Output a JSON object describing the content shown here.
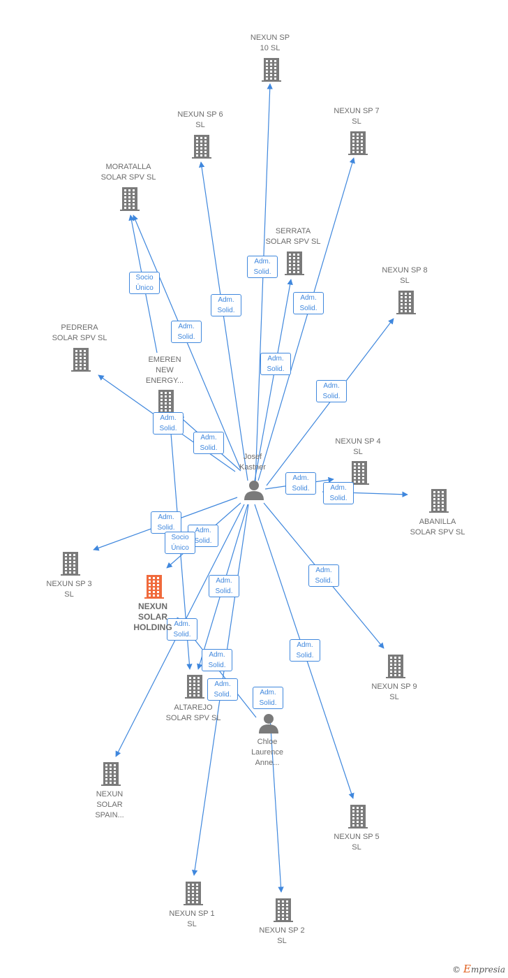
{
  "diagram": {
    "colors": {
      "edge": "#3f87dd",
      "company": "#7a7a7a",
      "focus_company": "#f06a3c",
      "person": "#7a7a7a",
      "label_text": "#6b6b6b"
    },
    "nodes": [
      {
        "id": "sp10",
        "type": "company",
        "label": "NEXUN SP\n10  SL"
      },
      {
        "id": "sp6",
        "type": "company",
        "label": "NEXUN SP 6\nSL"
      },
      {
        "id": "sp7",
        "type": "company",
        "label": "NEXUN SP 7\nSL"
      },
      {
        "id": "moratalla",
        "type": "company",
        "label": "MORATALLA\nSOLAR SPV  SL"
      },
      {
        "id": "serrata",
        "type": "company",
        "label": "SERRATA\nSOLAR SPV  SL"
      },
      {
        "id": "sp8",
        "type": "company",
        "label": "NEXUN SP 8\nSL"
      },
      {
        "id": "pedrera",
        "type": "company",
        "label": "PEDRERA\nSOLAR SPV  SL"
      },
      {
        "id": "emeren",
        "type": "company",
        "label": "EMEREN\nNEW\nENERGY..."
      },
      {
        "id": "sp4",
        "type": "company",
        "label": "NEXUN SP 4\nSL"
      },
      {
        "id": "josef",
        "type": "person",
        "label": "Josef\nKastner"
      },
      {
        "id": "abanilla",
        "type": "company",
        "label": "ABANILLA\nSOLAR SPV  SL"
      },
      {
        "id": "sp3",
        "type": "company",
        "label": "NEXUN SP 3\nSL"
      },
      {
        "id": "holding",
        "type": "focus",
        "label": "NEXUN\nSOLAR\nHOLDING"
      },
      {
        "id": "sp9",
        "type": "company",
        "label": "NEXUN SP 9\nSL"
      },
      {
        "id": "altarejo",
        "type": "company",
        "label": "ALTAREJO\nSOLAR SPV  SL"
      },
      {
        "id": "chloe",
        "type": "person",
        "label": "Chloe\nLaurence\nAnne..."
      },
      {
        "id": "spain",
        "type": "company",
        "label": "NEXUN\nSOLAR\nSPAIN..."
      },
      {
        "id": "sp5",
        "type": "company",
        "label": "NEXUN SP 5\nSL"
      },
      {
        "id": "sp1",
        "type": "company",
        "label": "NEXUN SP 1\nSL"
      },
      {
        "id": "sp2",
        "type": "company",
        "label": "NEXUN SP 2\nSL"
      }
    ],
    "edges": [
      {
        "from": "josef",
        "to": "sp10",
        "label": "Adm.\nSolid."
      },
      {
        "from": "josef",
        "to": "sp6",
        "label": "Adm.\nSolid."
      },
      {
        "from": "josef",
        "to": "sp7",
        "label": "Adm.\nSolid."
      },
      {
        "from": "josef",
        "to": "serrata",
        "label": "Adm.\nSolid."
      },
      {
        "from": "josef",
        "to": "sp8",
        "label": "Adm.\nSolid."
      },
      {
        "from": "josef",
        "to": "moratalla",
        "label": "Adm.\nSolid."
      },
      {
        "from": "emeren",
        "to": "moratalla",
        "label": "Socio\nÚnico"
      },
      {
        "from": "josef",
        "to": "pedrera",
        "label": "Adm.\nSolid."
      },
      {
        "from": "josef",
        "to": "emeren",
        "label": "Adm.\nSolid."
      },
      {
        "from": "josef",
        "to": "sp4",
        "label": "Adm.\nSolid."
      },
      {
        "from": "josef",
        "to": "abanilla",
        "label": "Adm.\nSolid."
      },
      {
        "from": "josef",
        "to": "sp3",
        "label": "Adm.\nSolid."
      },
      {
        "from": "josef",
        "to": "holding",
        "label": "Adm.\nSolid."
      },
      {
        "from": "emeren",
        "to": "altarejo",
        "label": "Socio\nÚnico"
      },
      {
        "from": "josef",
        "to": "sp9",
        "label": "Adm.\nSolid."
      },
      {
        "from": "josef",
        "to": "altarejo",
        "label": "Adm.\nSolid."
      },
      {
        "from": "josef",
        "to": "spain",
        "label": "Adm.\nSolid."
      },
      {
        "from": "chloe",
        "to": "holding",
        "label": "Adm.\nSolid."
      },
      {
        "from": "josef",
        "to": "sp5",
        "label": "Adm.\nSolid."
      },
      {
        "from": "josef",
        "to": "sp1",
        "label": "Adm.\nSolid."
      },
      {
        "from": "chloe",
        "to": "sp2",
        "label": "Adm.\nSolid."
      }
    ]
  },
  "brand": {
    "copyright": "©",
    "initial": "E",
    "rest": "mpresia"
  }
}
